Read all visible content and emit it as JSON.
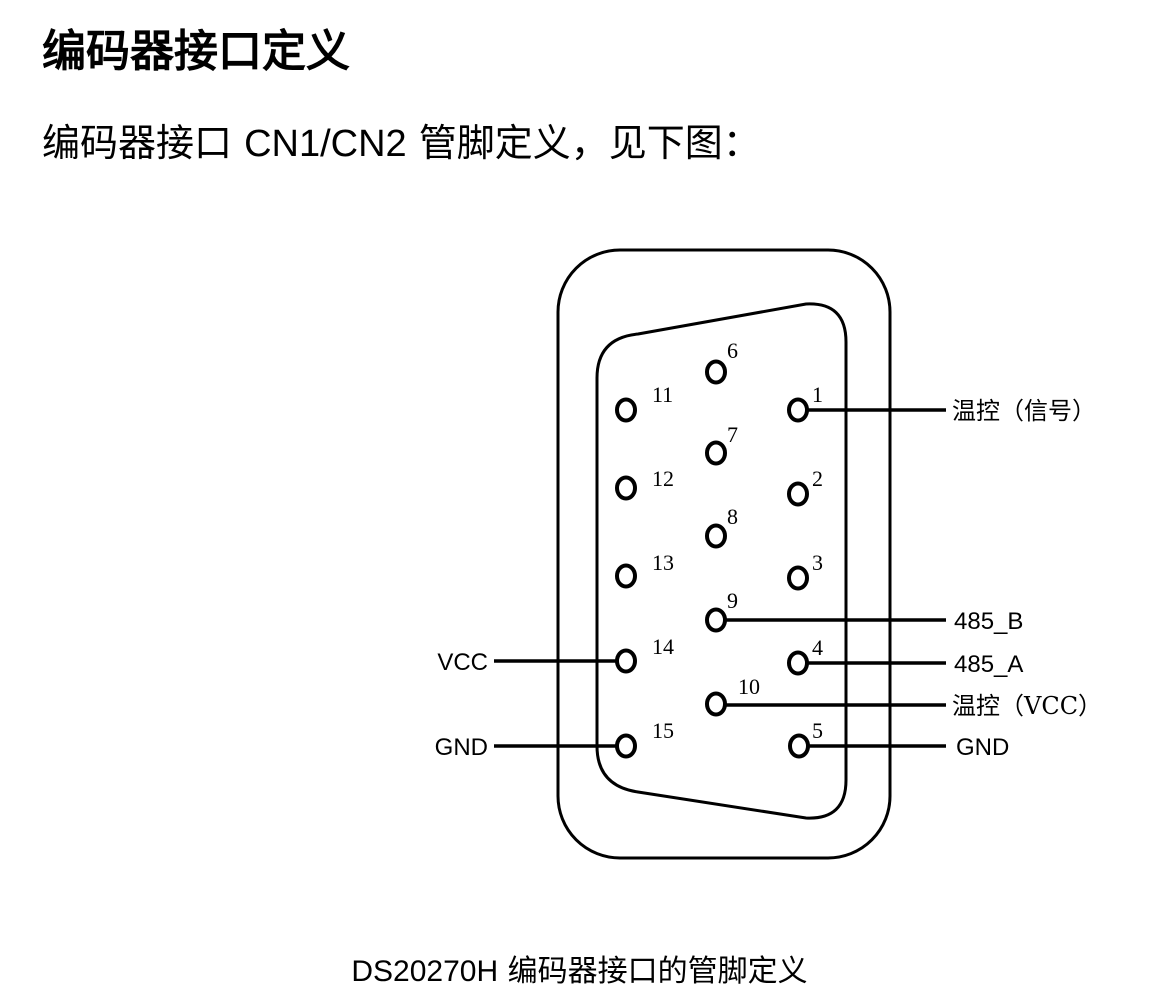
{
  "heading": "编码器接口定义",
  "intro": {
    "prefix": "编码器接口 ",
    "connectors": "CN1/CN2",
    "suffix": " 管脚定义，见下图："
  },
  "connector": {
    "pins": [
      {
        "number": "1"
      },
      {
        "number": "2"
      },
      {
        "number": "3"
      },
      {
        "number": "4"
      },
      {
        "number": "5"
      },
      {
        "number": "6"
      },
      {
        "number": "7"
      },
      {
        "number": "8"
      },
      {
        "number": "9"
      },
      {
        "number": "10"
      },
      {
        "number": "11"
      },
      {
        "number": "12"
      },
      {
        "number": "13"
      },
      {
        "number": "14"
      },
      {
        "number": "15"
      }
    ],
    "signals": [
      {
        "pin": "1",
        "label": "温控（信号）"
      },
      {
        "pin": "9",
        "label": "485_B"
      },
      {
        "pin": "4",
        "label": "485_A"
      },
      {
        "pin": "10",
        "label": "温控（VCC）"
      },
      {
        "pin": "5",
        "label": "GND"
      },
      {
        "pin": "14",
        "label": "VCC"
      },
      {
        "pin": "15",
        "label": "GND"
      }
    ]
  },
  "caption": {
    "model": "DS20270H",
    "text": " 编码器接口的管脚定义"
  }
}
